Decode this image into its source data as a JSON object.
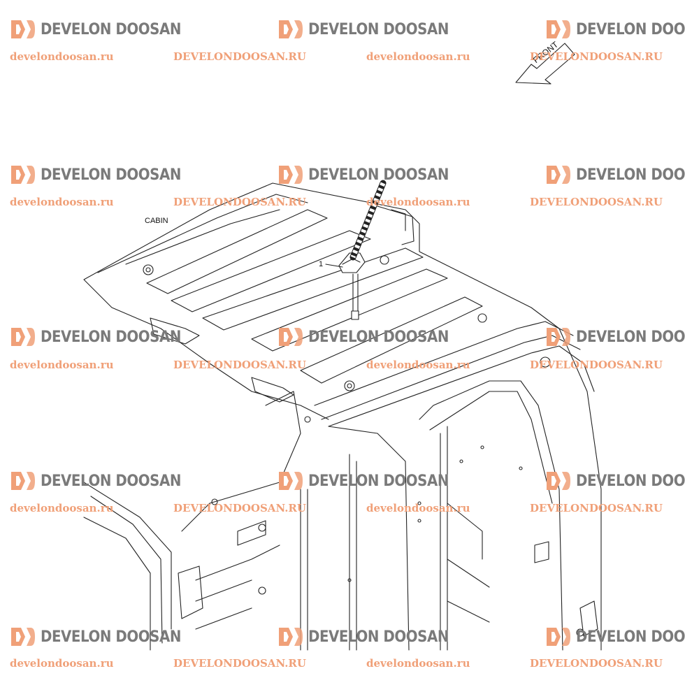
{
  "diagram": {
    "labels": {
      "assembly": "CABIN",
      "part_callout": "1",
      "direction_arrow": "FRONT"
    }
  },
  "watermark": {
    "logo_text": "DEVELON DOOSAN",
    "url_lower": "develondoosan.ru",
    "url_upper": "DEVELONDOOSAN.RU",
    "logo_color": "#7a7a7a",
    "url_color": "#f0a078",
    "mark_color": "#f0a078"
  }
}
